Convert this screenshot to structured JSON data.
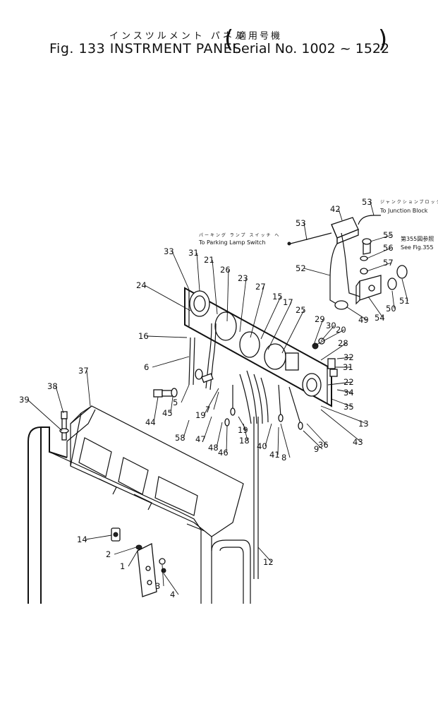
{
  "header": {
    "title_jp": "インスツルメント パネル",
    "title_jp_serial": "適用号機",
    "fig_label": "Fig. 133 INSTRMENT PANEL",
    "serial_label": "Serial No. 1002 ~ 1522"
  },
  "notes": {
    "junction_block_jp": "ジャンクションブロック へ",
    "junction_block": "To Junction Block",
    "parking_lamp_jp": "パーキング ランプ スイッチ へ",
    "parking_lamp": "To Parking Lamp Switch",
    "see_fig_jp": "第355図参照",
    "see_fig": "See Fig.355"
  },
  "part_numbers": [
    "1",
    "2",
    "3",
    "4",
    "5",
    "6",
    "7",
    "8",
    "9",
    "12",
    "13",
    "14",
    "15",
    "16",
    "17",
    "18",
    "19",
    "19",
    "20",
    "21",
    "22",
    "23",
    "24",
    "25",
    "26",
    "27",
    "28",
    "29",
    "30",
    "31",
    "31",
    "32",
    "33",
    "34",
    "35",
    "36",
    "37",
    "38",
    "39",
    "40",
    "41",
    "42",
    "43",
    "44",
    "45",
    "46",
    "47",
    "48",
    "49",
    "50",
    "51",
    "52",
    "53",
    "53",
    "54",
    "55",
    "56",
    "57",
    "58"
  ]
}
